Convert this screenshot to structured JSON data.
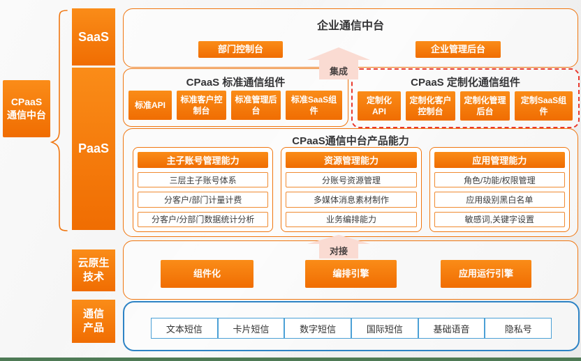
{
  "colors": {
    "accent_orange": "#f3740a",
    "dashed_red": "#e93a2e",
    "products_blue": "#2d83c5",
    "arrow_pink": "#fadbd2",
    "footer_green": "#4e7a55"
  },
  "left_label": {
    "line1": "CPaaS",
    "line2": "通信中台"
  },
  "layers": {
    "saas": {
      "label": "SaaS"
    },
    "paas": {
      "label": "PaaS"
    },
    "cloud_native": {
      "line1": "云原生",
      "line2": "技术"
    },
    "products": {
      "line1": "通信",
      "line2": "产品"
    }
  },
  "enterprise_panel": {
    "title": "企业通信中台",
    "buttons": [
      "部门控制台",
      "企业管理后台"
    ]
  },
  "integration_arrow": {
    "label": "集成"
  },
  "docking_arrow": {
    "label": "对接"
  },
  "standard_panel": {
    "title": "CPaaS 标准通信组件",
    "buttons": [
      "标准API",
      "标准客户控制台",
      "标准管理后台",
      "标准SaaS组件"
    ]
  },
  "custom_panel": {
    "title": "CPaaS 定制化通信组件",
    "buttons": [
      "定制化API",
      "定制化客户控制台",
      "定制化管理后台",
      "定制SaaS组件"
    ]
  },
  "capabilities_panel": {
    "title": "CPaaS通信中台产品能力",
    "columns": [
      {
        "header": "主子账号管理能力",
        "items": [
          "三层主子账号体系",
          "分客户/部门计量计费",
          "分客户/分部门数据统计分析"
        ]
      },
      {
        "header": "资源管理能力",
        "items": [
          "分账号资源管理",
          "多媒体消息素材制作",
          "业务编排能力"
        ]
      },
      {
        "header": "应用管理能力",
        "items": [
          "角色/功能/权限管理",
          "应用级别黑白名单",
          "敏感词,关键字设置"
        ]
      }
    ]
  },
  "cloud_native_panel": {
    "buttons": [
      "组件化",
      "编排引擎",
      "应用运行引擎"
    ]
  },
  "products_panel": {
    "items": [
      "文本短信",
      "卡片短信",
      "数字短信",
      "国际短信",
      "基础语音",
      "隐私号"
    ]
  }
}
